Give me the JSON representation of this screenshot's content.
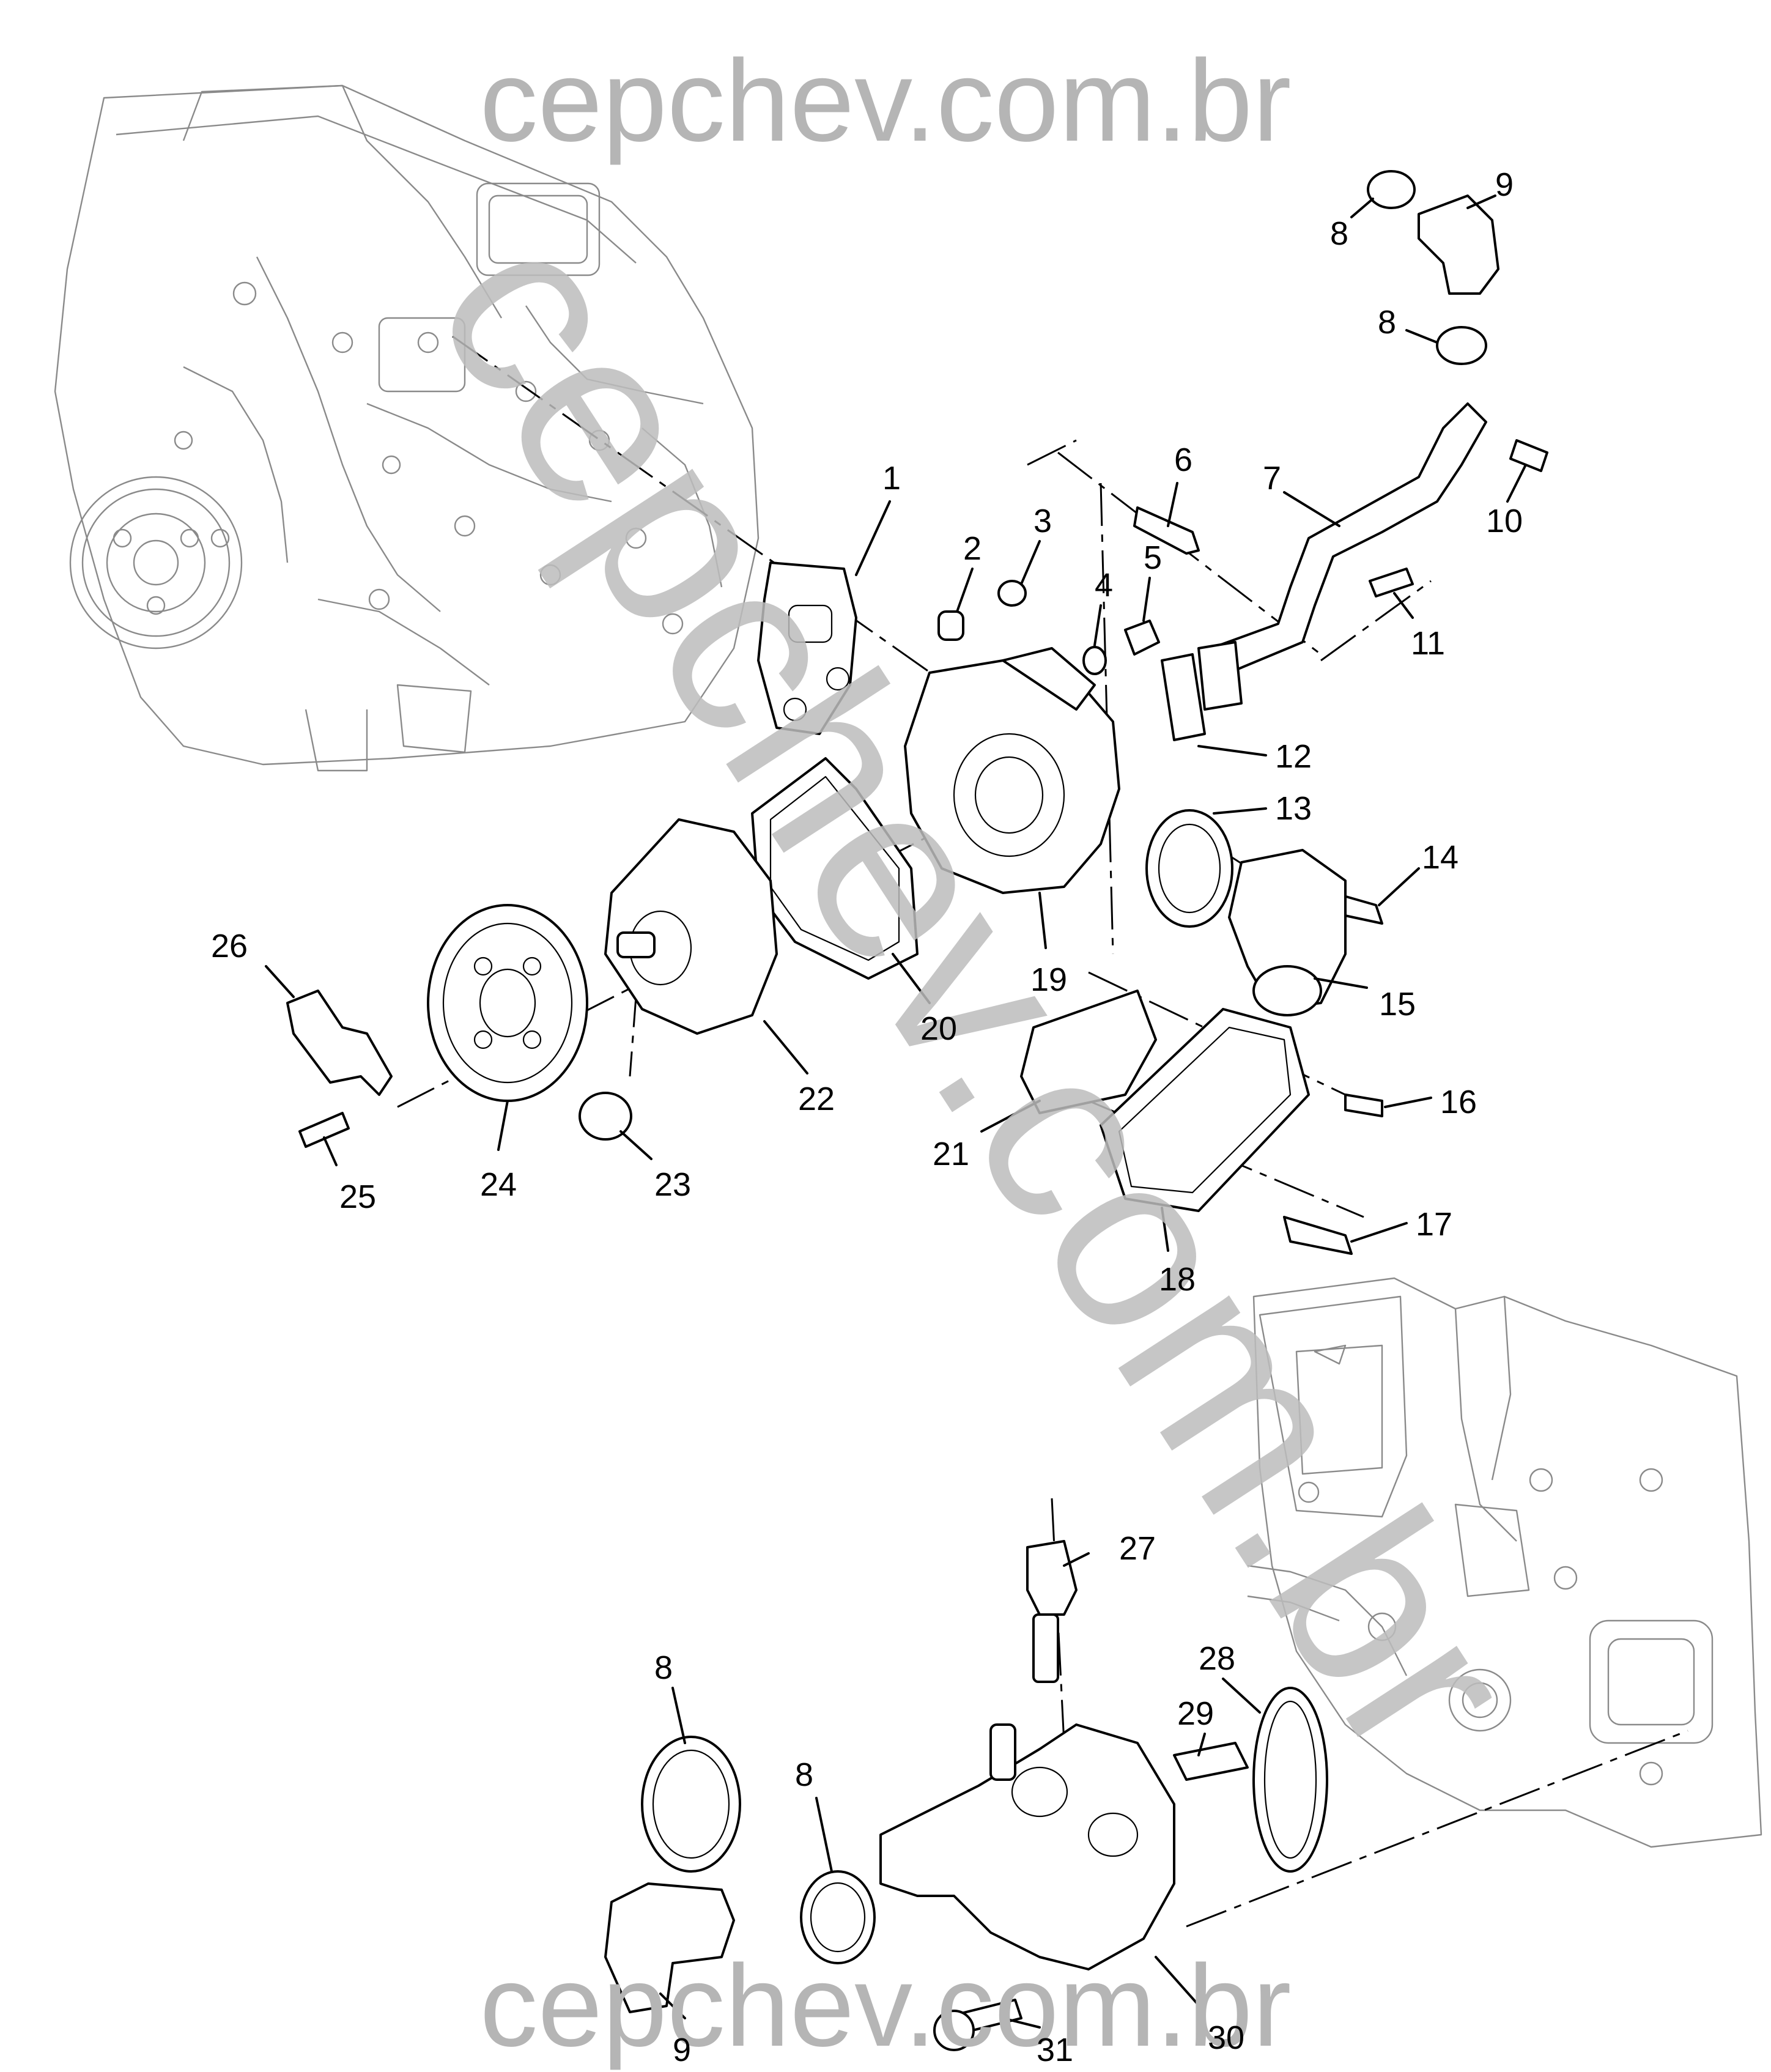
{
  "watermark": {
    "top": "cepchev.com.br",
    "diagonal": "cepchev.com.br",
    "bottom": "cepchev.com.br"
  },
  "callouts": [
    {
      "id": "1",
      "label": "1"
    },
    {
      "id": "2",
      "label": "2"
    },
    {
      "id": "3",
      "label": "3"
    },
    {
      "id": "4",
      "label": "4"
    },
    {
      "id": "5",
      "label": "5"
    },
    {
      "id": "6",
      "label": "6"
    },
    {
      "id": "7",
      "label": "7"
    },
    {
      "id": "8a",
      "label": "8"
    },
    {
      "id": "9a",
      "label": "9"
    },
    {
      "id": "8b",
      "label": "8"
    },
    {
      "id": "10",
      "label": "10"
    },
    {
      "id": "11",
      "label": "11"
    },
    {
      "id": "12",
      "label": "12"
    },
    {
      "id": "13",
      "label": "13"
    },
    {
      "id": "14",
      "label": "14"
    },
    {
      "id": "15",
      "label": "15"
    },
    {
      "id": "16",
      "label": "16"
    },
    {
      "id": "17",
      "label": "17"
    },
    {
      "id": "18",
      "label": "18"
    },
    {
      "id": "19",
      "label": "19"
    },
    {
      "id": "20",
      "label": "20"
    },
    {
      "id": "21",
      "label": "21"
    },
    {
      "id": "22",
      "label": "22"
    },
    {
      "id": "23",
      "label": "23"
    },
    {
      "id": "24",
      "label": "24"
    },
    {
      "id": "25",
      "label": "25"
    },
    {
      "id": "26",
      "label": "26"
    },
    {
      "id": "27",
      "label": "27"
    },
    {
      "id": "28",
      "label": "28"
    },
    {
      "id": "29",
      "label": "29"
    },
    {
      "id": "8c",
      "label": "8"
    },
    {
      "id": "8d",
      "label": "8"
    },
    {
      "id": "9b",
      "label": "9"
    },
    {
      "id": "30",
      "label": "30"
    },
    {
      "id": "31",
      "label": "31"
    }
  ]
}
